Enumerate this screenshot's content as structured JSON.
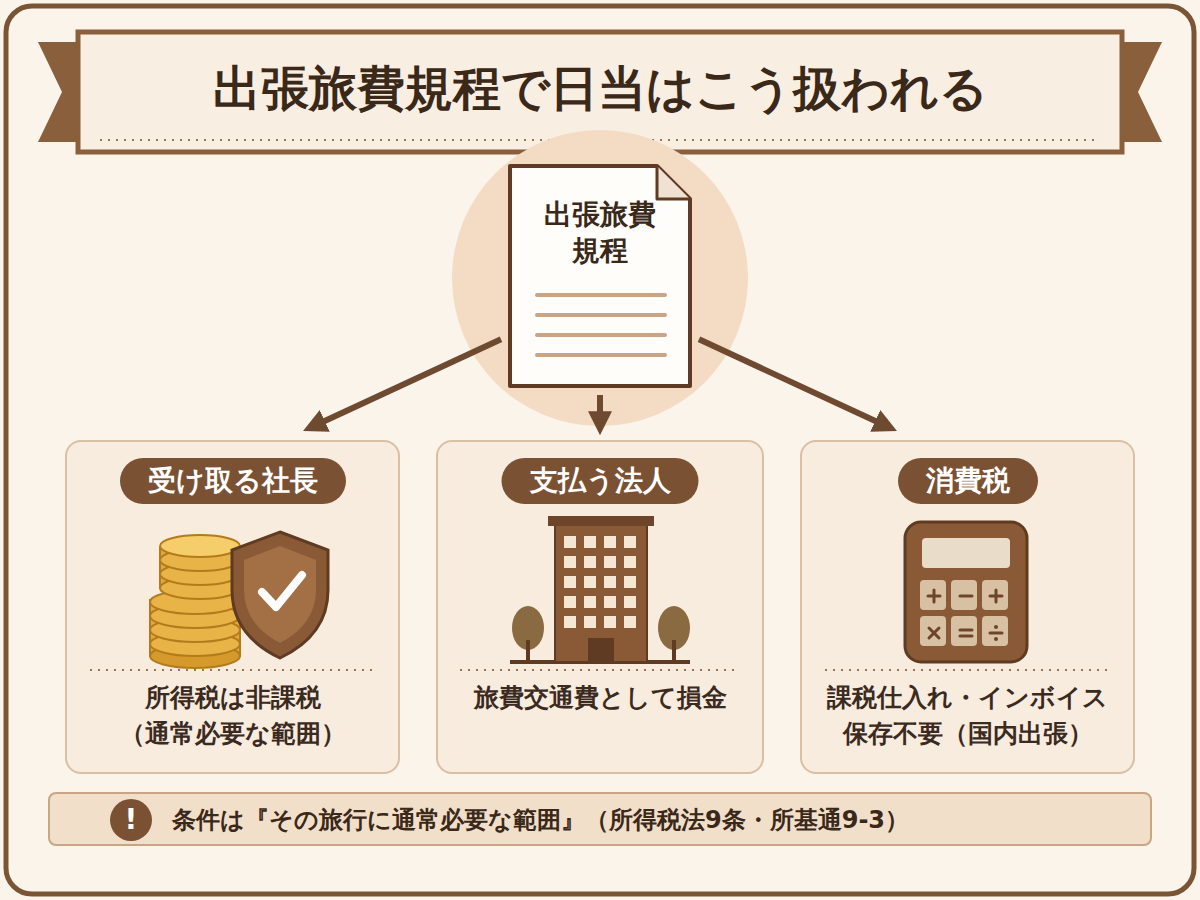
{
  "diagram": {
    "title": "出張旅費規程で日当はこう扱われる",
    "nodes": [
      {
        "text": [
          "出張旅費規程"
        ]
      },
      {
        "text": [
          "受け取る社長",
          "所得税は非課税 （通常必要な範囲）"
        ]
      },
      {
        "text": [
          "支払う法人",
          "旅費交通費として損金"
        ]
      },
      {
        "text": [
          "消費税",
          "課税仕入れ・インボイス 保存不要（国内出張）"
        ]
      },
      {
        "text": [
          "!",
          "条件は『その旅行に通常必要な範囲』（所得税法9条・所基通9-3）"
        ]
      }
    ],
    "edges": [
      {
        "from": 0,
        "to": 1,
        "arrow": "to"
      },
      {
        "from": 0,
        "to": 2,
        "arrow": "to"
      },
      {
        "from": 0,
        "to": 3,
        "arrow": "to"
      }
    ]
  }
}
